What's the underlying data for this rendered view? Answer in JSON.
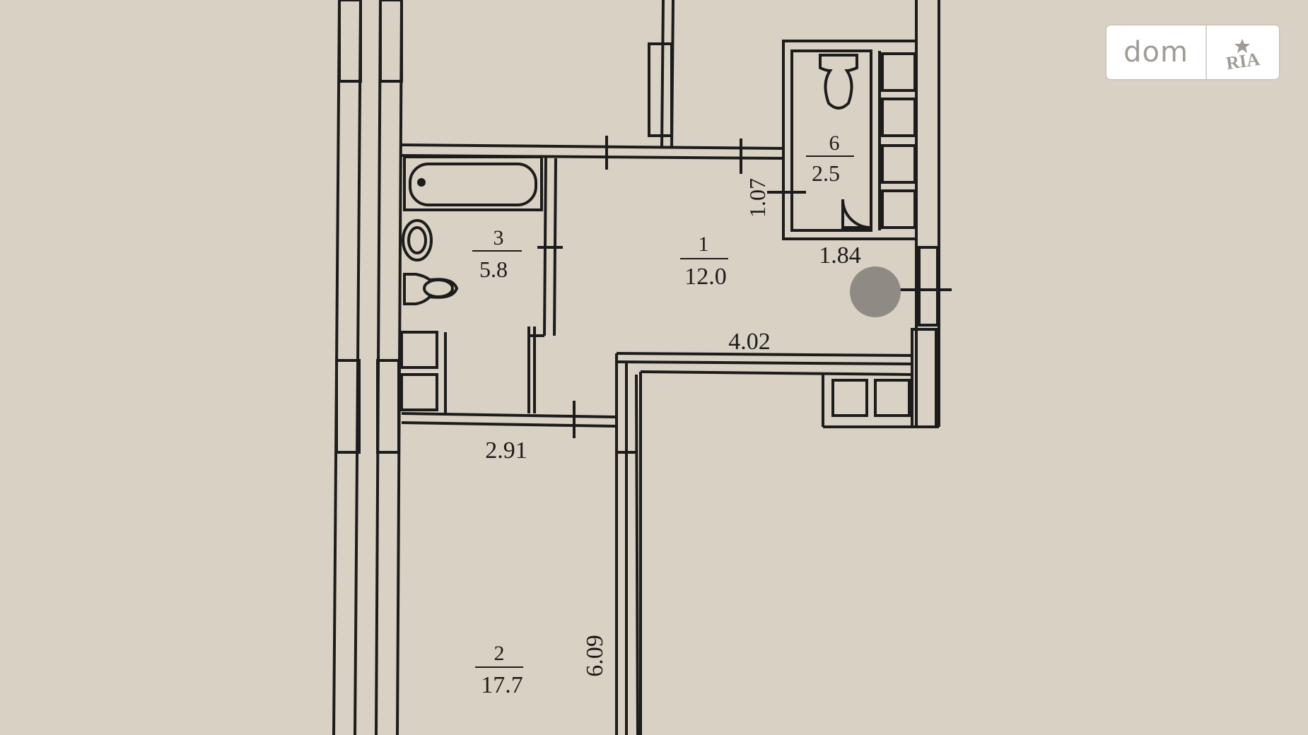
{
  "rooms": [
    {
      "id": "1",
      "number": "1",
      "area": "12.0"
    },
    {
      "id": "2",
      "number": "2",
      "area": "17.7"
    },
    {
      "id": "3",
      "number": "3",
      "area": "5.8"
    },
    {
      "id": "6",
      "number": "6",
      "area": "2.5"
    }
  ],
  "dimensions": {
    "d107": "1.07",
    "d184": "1.84",
    "d402": "4.02",
    "d291": "2.91",
    "d609": "6.09"
  },
  "watermark": {
    "brand": "dom",
    "sub_brand": "RIA"
  },
  "colors": {
    "paper": "#d9d1c3",
    "ink": "#1c1c1c",
    "watermark_bg": "#ffffff",
    "watermark_text": "#a19b94"
  }
}
